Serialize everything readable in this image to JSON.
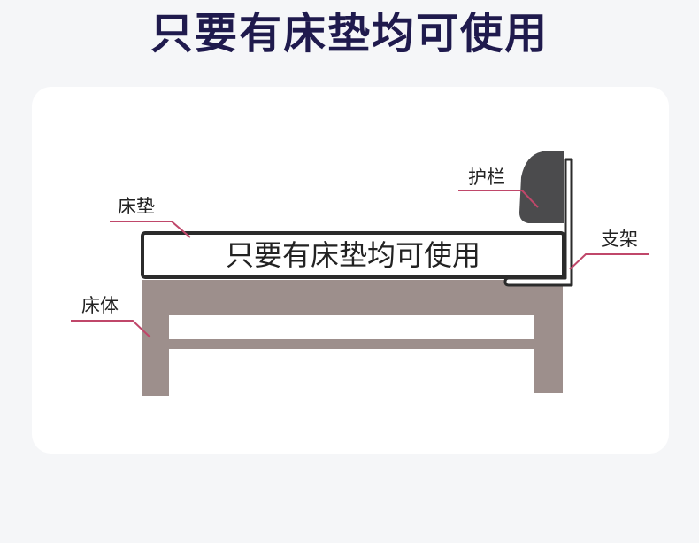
{
  "title": "只要有床垫均可使用",
  "mattress_text": "只要有床垫均可使用",
  "labels": {
    "mattress": "床垫",
    "bed_body": "床体",
    "guardrail": "护栏",
    "bracket": "支架"
  },
  "colors": {
    "title": "#1f1a4d",
    "bed_frame": "#9d8f8c",
    "guardrail_pad": "#4b4b4d",
    "outline": "#2b2b2b",
    "leader_line": "#c0476a",
    "card": "#ffffff",
    "background": "#f5f6f8"
  }
}
